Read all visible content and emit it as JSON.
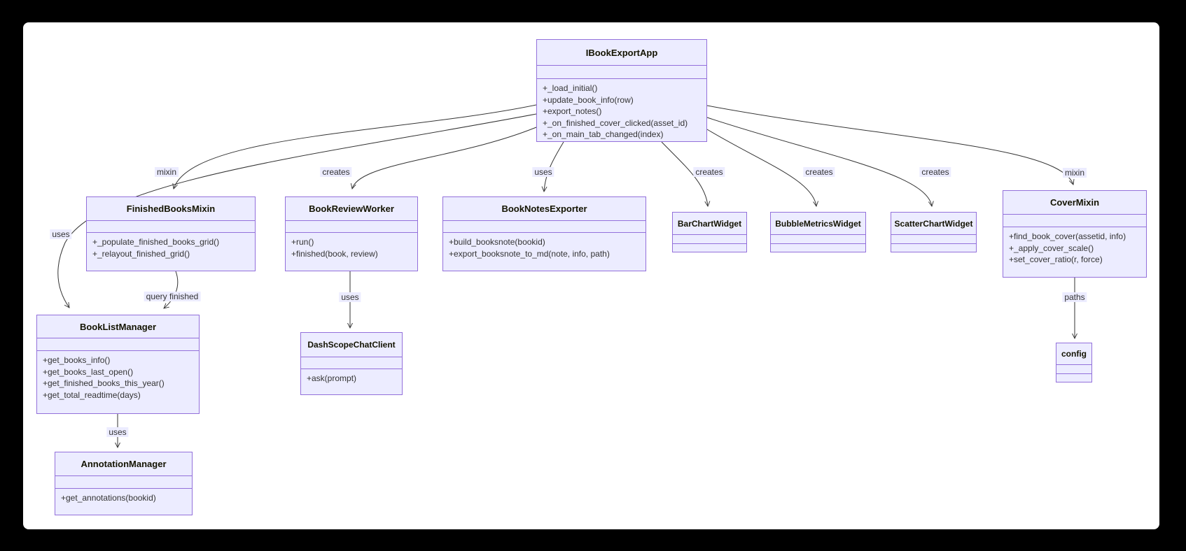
{
  "theme": {
    "background": "#000000",
    "surface": "#ffffff",
    "node_fill": "#ECECFF",
    "node_border": "#9370DB",
    "edge_color": "#333333",
    "edge_label_bg": "#ECECFF",
    "text_color": "#333333"
  },
  "diagram_type": "uml-class-diagram",
  "classes": {
    "app": {
      "title": "IBookExportApp",
      "methods": [
        "+_load_initial()",
        "+update_book_info(row)",
        "+export_notes()",
        "+_on_finished_cover_clicked(asset_id)",
        "+_on_main_tab_changed(index)"
      ]
    },
    "finished_books_mixin": {
      "title": "FinishedBooksMixin",
      "methods": [
        "+_populate_finished_books_grid()",
        "+_relayout_finished_grid()"
      ]
    },
    "book_review_worker": {
      "title": "BookReviewWorker",
      "methods": [
        "+run()",
        "+finished(book, review)"
      ]
    },
    "book_notes_exporter": {
      "title": "BookNotesExporter",
      "methods": [
        "+build_booksnote(bookid)",
        "+export_booksnote_to_md(note, info, path)"
      ]
    },
    "bar_chart_widget": {
      "title": "BarChartWidget",
      "methods": []
    },
    "bubble_metrics_widget": {
      "title": "BubbleMetricsWidget",
      "methods": []
    },
    "scatter_chart_widget": {
      "title": "ScatterChartWidget",
      "methods": []
    },
    "cover_mixin": {
      "title": "CoverMixin",
      "methods": [
        "+find_book_cover(assetid, info)",
        "+_apply_cover_scale()",
        "+set_cover_ratio(r, force)"
      ]
    },
    "book_list_manager": {
      "title": "BookListManager",
      "methods": [
        "+get_books_info()",
        "+get_books_last_open()",
        "+get_finished_books_this_year()",
        "+get_total_readtime(days)"
      ]
    },
    "dashscope_chat_client": {
      "title": "DashScopeChatClient",
      "methods": [
        "+ask(prompt)"
      ]
    },
    "annotation_manager": {
      "title": "AnnotationManager",
      "methods": [
        "+get_annotations(bookid)"
      ]
    },
    "config": {
      "title": "config",
      "methods": []
    }
  },
  "edge_labels": {
    "mixin_finished": "mixin",
    "creates_review": "creates",
    "uses_notes": "uses",
    "creates_bar": "creates",
    "creates_bubble": "creates",
    "creates_scatter": "creates",
    "mixin_cover": "mixin",
    "uses_booklist": "uses",
    "query_finished": "query finished",
    "uses_dashscope": "uses",
    "uses_annotation": "uses",
    "paths_config": "paths"
  }
}
